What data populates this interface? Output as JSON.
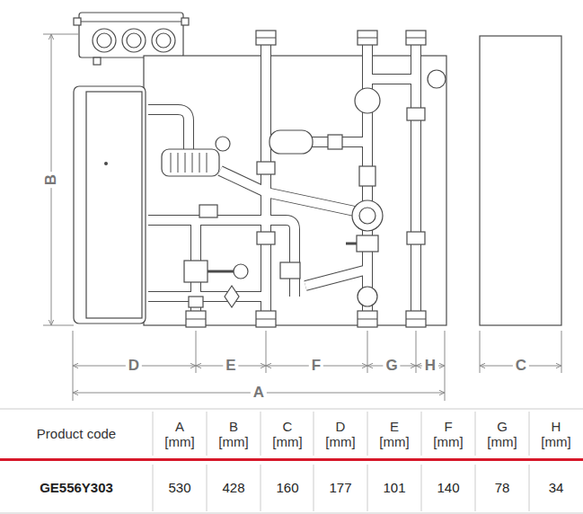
{
  "diagram": {
    "labels": [
      "B",
      "D",
      "E",
      "F",
      "G",
      "H",
      "C",
      "A",
      "Product code",
      "A [mm]",
      "B [mm]",
      "C [mm]",
      "D [mm]",
      "E [mm]",
      "F [mm]",
      "G [mm]",
      "H [mm]",
      "GE556Y303",
      "530",
      "428",
      "160",
      "177",
      "101",
      "140",
      "78",
      "34"
    ]
  }
}
